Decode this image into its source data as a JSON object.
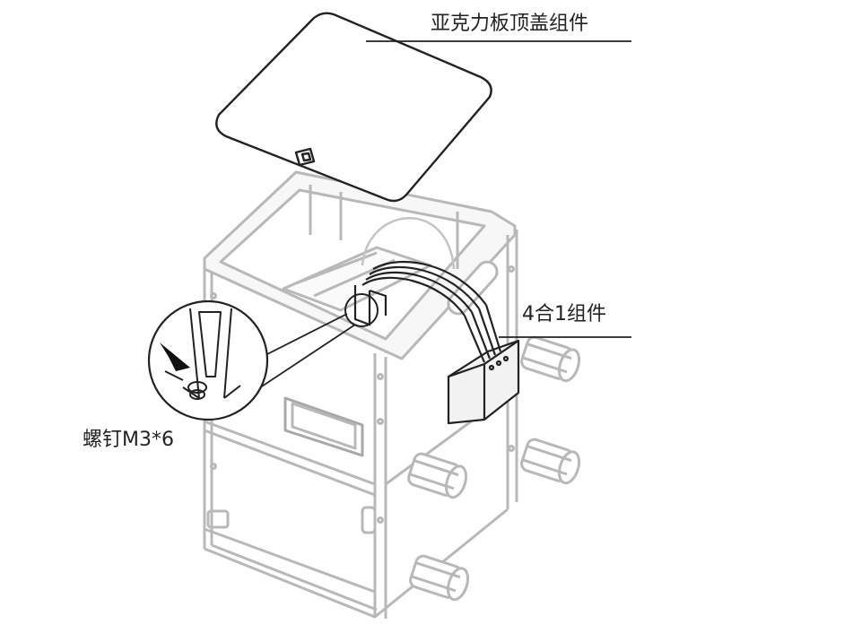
{
  "callouts": {
    "top_cover": "亚克力板顶盖组件",
    "four_in_one": "4合1组件",
    "screw": "螺钉M3*6"
  },
  "colors": {
    "line_dark": "#222222",
    "line_light": "#b8b8b8",
    "fill_light": "#f2f2f2",
    "fill_white": "#ffffff"
  }
}
